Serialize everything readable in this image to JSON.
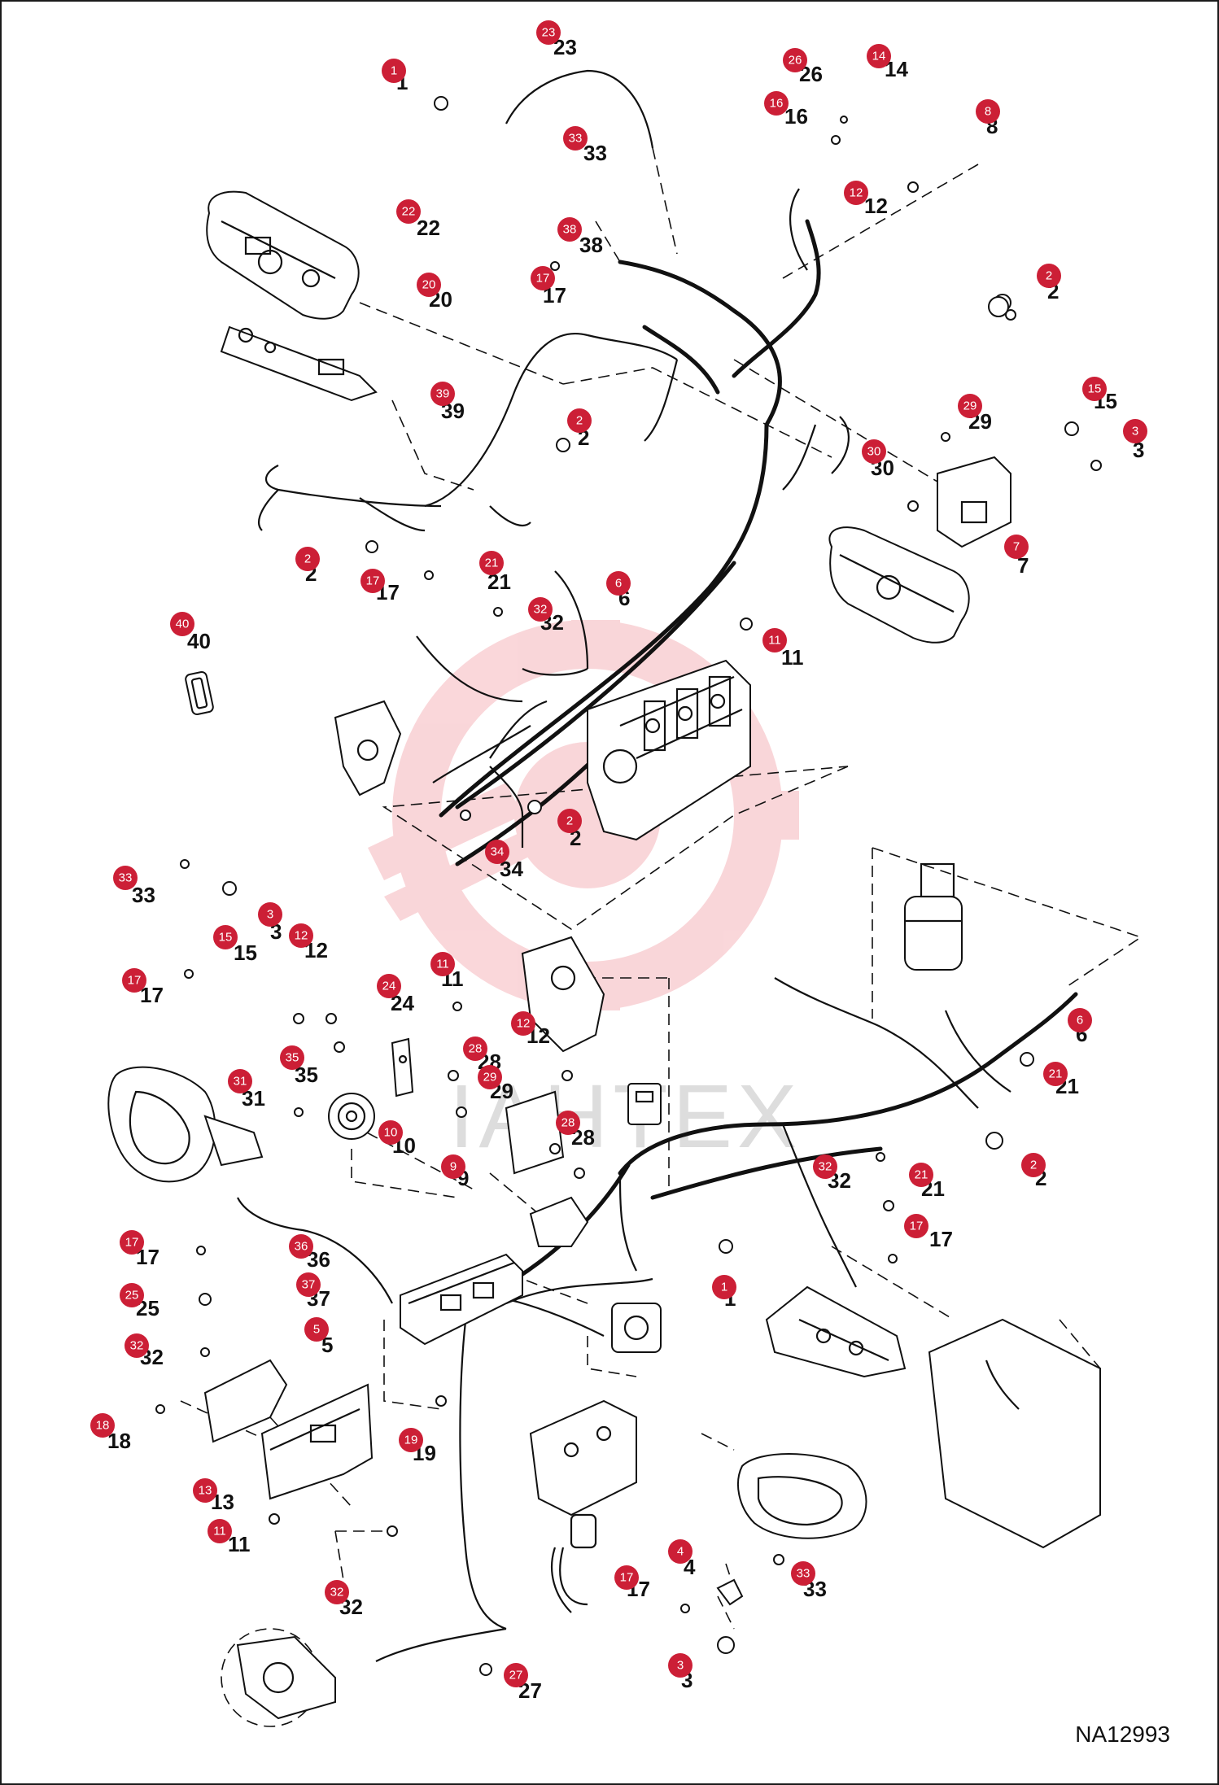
{
  "document_code": "NA12993",
  "watermark_text": "IAHTEX",
  "colors": {
    "badge": "#cc1f36",
    "line": "#111111",
    "watermark": "#e84a55"
  },
  "callouts": [
    {
      "n": "1"
    },
    {
      "n": "23"
    },
    {
      "n": "26"
    },
    {
      "n": "14"
    },
    {
      "n": "16"
    },
    {
      "n": "8"
    },
    {
      "n": "33"
    },
    {
      "n": "22"
    },
    {
      "n": "12"
    },
    {
      "n": "38"
    },
    {
      "n": "17"
    },
    {
      "n": "2"
    },
    {
      "n": "20"
    },
    {
      "n": "39"
    },
    {
      "n": "2"
    },
    {
      "n": "29"
    },
    {
      "n": "15"
    },
    {
      "n": "3"
    },
    {
      "n": "30"
    },
    {
      "n": "7"
    },
    {
      "n": "2"
    },
    {
      "n": "17"
    },
    {
      "n": "21"
    },
    {
      "n": "32"
    },
    {
      "n": "6"
    },
    {
      "n": "40"
    },
    {
      "n": "11"
    },
    {
      "n": "2"
    },
    {
      "n": "34"
    },
    {
      "n": "33"
    },
    {
      "n": "3"
    },
    {
      "n": "15"
    },
    {
      "n": "12"
    },
    {
      "n": "17"
    },
    {
      "n": "11"
    },
    {
      "n": "24"
    },
    {
      "n": "12"
    },
    {
      "n": "35"
    },
    {
      "n": "28"
    },
    {
      "n": "29"
    },
    {
      "n": "31"
    },
    {
      "n": "10"
    },
    {
      "n": "28"
    },
    {
      "n": "9"
    },
    {
      "n": "6"
    },
    {
      "n": "21"
    },
    {
      "n": "2"
    },
    {
      "n": "32"
    },
    {
      "n": "21"
    },
    {
      "n": "17"
    },
    {
      "n": "17"
    },
    {
      "n": "36"
    },
    {
      "n": "25"
    },
    {
      "n": "37"
    },
    {
      "n": "1"
    },
    {
      "n": "32"
    },
    {
      "n": "5"
    },
    {
      "n": "18"
    },
    {
      "n": "19"
    },
    {
      "n": "13"
    },
    {
      "n": "11"
    },
    {
      "n": "4"
    },
    {
      "n": "17"
    },
    {
      "n": "33"
    },
    {
      "n": "32"
    },
    {
      "n": "3"
    },
    {
      "n": "27"
    }
  ]
}
